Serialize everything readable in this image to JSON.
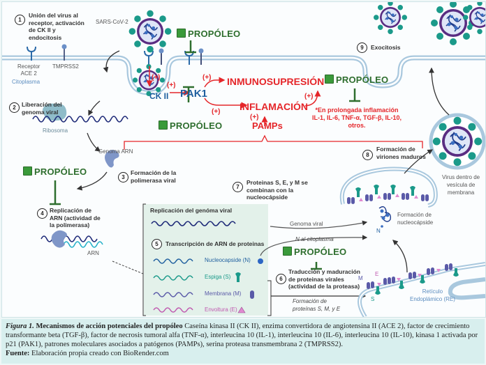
{
  "colors": {
    "membrane": "#a9c8de",
    "cytoplasm": "#eef4f9",
    "red": "#e5262a",
    "propoleo_green": "#2e6e2e",
    "virus_spike": "#1b9a8a",
    "virus_envelope": "#5a2d82",
    "polymerase": "#7f96c8",
    "replication_box": "#e3f1ea"
  },
  "labels": {
    "sars_cov2": "SARS-CoV-2",
    "receptor_ace2": "Receptor\nACE 2",
    "tmprss2": "TMPRSS2",
    "citoplasma": "Citoplasma",
    "ck2": "CK II",
    "pak1": "PAK1",
    "plus": "(+)",
    "inmunosupresion": "INMUNOSUPRESIÓN",
    "inflamacion": "INFLAMACIÓN",
    "pamps": "PAMPs",
    "cytokines_note_1": "*En prolongada inflamación",
    "cytokines_note_2": "IL-1, IL-6, TNF-α, TGF-β, IL-10,",
    "cytokines_note_3": "otros.",
    "ribosoma": "Ribosoma",
    "genoma_arn": "Genoma ARN",
    "arn": "ARN",
    "genoma_viral": "Genoma viral",
    "n_citoplasma": "N  al citoplasma",
    "n": "N",
    "formacion_nucleocapside": "Formación de\nnucleocápside",
    "virus_vesicula": "Virus dentro de\nvesícula de\nmembrana",
    "m": "M",
    "e": "E",
    "s": "S",
    "reticulo": "Retículo\nEndoplámico (RE)",
    "formacion_proteinas": "Formación de\nproteínas S, M, y E",
    "propoleo": "PROPÓLEO"
  },
  "steps": [
    {
      "num": "1",
      "text": "Unión del virus al receptor, activación de CK II y endocitosis"
    },
    {
      "num": "2",
      "text": "Liberación del genoma viral"
    },
    {
      "num": "3",
      "text": "Formación de la polimerasa viral"
    },
    {
      "num": "4",
      "text": "Replicación de ARN (actividad de la polimerasa)"
    },
    {
      "num": "5",
      "text": "Transcripción de ARN de proteinas"
    },
    {
      "num": "6",
      "text": "Traducción y maduración de proteinas virales (actividad de la proteasa)"
    },
    {
      "num": "7",
      "text": "Proteinas S, E, y M se combinan con la nucleocápside"
    },
    {
      "num": "8",
      "text": "Formación de viriones maduros"
    },
    {
      "num": "9",
      "text": "Exocitosis"
    }
  ],
  "replication_box": {
    "title": "Replicación del genóma viral",
    "proteins": [
      {
        "label": "Nucleocapside (N)",
        "color": "#1f5f9f",
        "icon": "circle"
      },
      {
        "label": "Espiga (S)",
        "color": "#1b9a8a",
        "icon": "spike"
      },
      {
        "label": "Membrana (M)",
        "color": "#5a5aa8",
        "icon": "capsule"
      },
      {
        "label": "Envoltura (E)",
        "color": "#c05ab0",
        "icon": "triangle"
      }
    ]
  },
  "caption": {
    "figure_label": "Figura 1.",
    "title": "Mecanismos de acción potenciales del propóleo",
    "body": " Caseína kinasa II (CK II), enzima convertidora de angiotensina II (ACE 2), factor de crecimiento transformante beta (TGF-β), factor de necrosis tumoral alfa (TNF-α), interleucina 10 (IL-1), interleucina 10 (IL-6), interleucina 10 (IL-10), kinasa 1 activada por p21 (PAK1), patrones moleculares asociados a patógenos (PAMPs), serina proteasa transmembrana 2 (TMPRSS2).",
    "source_label": "Fuente:",
    "source_text": " Elaboración propia creado con BioRender.com"
  }
}
